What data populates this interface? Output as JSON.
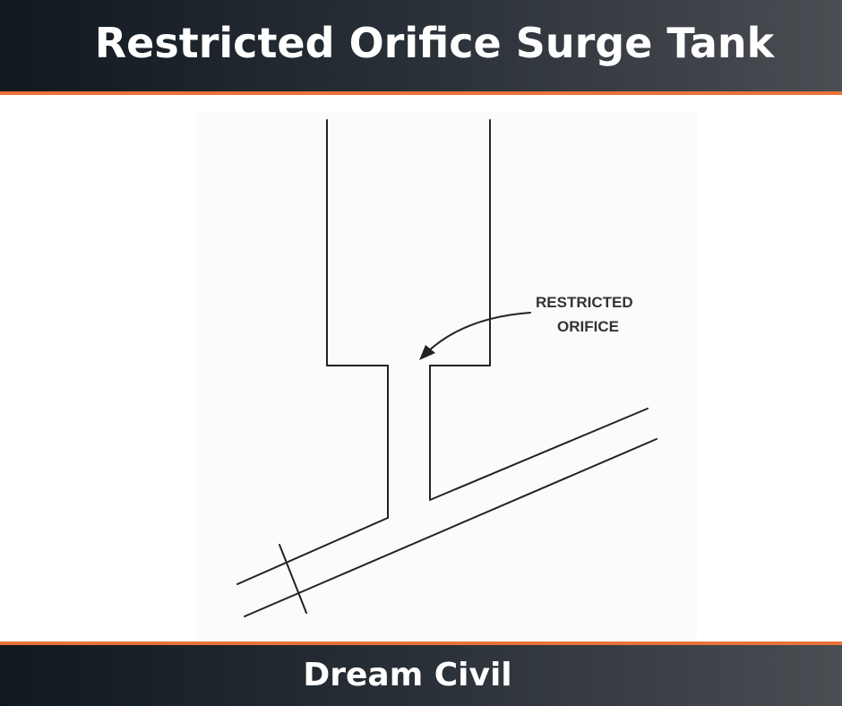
{
  "header": {
    "title": "Restricted Orifice Surge Tank"
  },
  "diagram": {
    "label_line1": "RESTRICTED",
    "label_line2": "ORIFICE"
  },
  "footer": {
    "brand": "Dream Civil"
  },
  "colors": {
    "accent": "#e8733a",
    "banner_dark": "#101820",
    "line": "#222222"
  }
}
